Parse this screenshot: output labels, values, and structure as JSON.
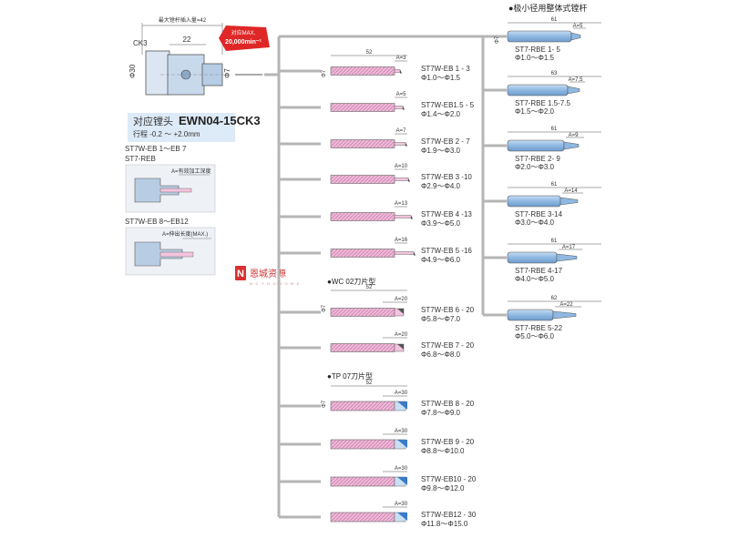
{
  "holder": {
    "max_insert": "最大镗杆插入量=42",
    "dim_22": "22",
    "ck3": "CK3",
    "phi30": "Φ30",
    "phi7": "Φ7",
    "badge_line1": "对应MAX.",
    "badge_line2": "20,000min⁻¹"
  },
  "head_box": {
    "title_cn": "对应镗头",
    "model": "EWN04-15CK3",
    "stroke": "行程 -0.2 ～ +2.0mm"
  },
  "schem1": {
    "caption1": "ST7W-EB 1～EB 7",
    "caption2": "ST7-REB",
    "note": "A=有效加工深度"
  },
  "schem2": {
    "caption": "ST7W-EB 8～EB12",
    "note": "A=伸出长度(MAX.)"
  },
  "watermark": {
    "main": "恩城资源",
    "sub": "N · C · Y · O · U · H · O · N · E"
  },
  "section_wc": "●WC 02刀片型",
  "section_tp": "●TP 07刀片型",
  "section_small": "●极小径用整体式镗杆",
  "dims": {
    "d52": "52",
    "d61": "61",
    "d62": "62",
    "d63": "63",
    "phi": "Φ7"
  },
  "bars_eb": [
    {
      "a": "A=3",
      "name": "ST7W-EB 1 - 3",
      "range": "Φ1.0～Φ1.5"
    },
    {
      "a": "A=5",
      "name": "ST7W-EB1.5 - 5",
      "range": "Φ1.4～Φ2.0"
    },
    {
      "a": "A=7",
      "name": "ST7W-EB 2 - 7",
      "range": "Φ1.9～Φ3.0"
    },
    {
      "a": "A=10",
      "name": "ST7W-EB 3 -10",
      "range": "Φ2.9～Φ4.0"
    },
    {
      "a": "A=13",
      "name": "ST7W-EB 4 -13",
      "range": "Φ3.9～Φ5.0"
    },
    {
      "a": "A=16",
      "name": "ST7W-EB 5 -16",
      "range": "Φ4.9～Φ6.0"
    }
  ],
  "bars_wc": [
    {
      "a": "A=20",
      "name": "ST7W-EB 6 - 20",
      "range": "Φ5.8～Φ7.0"
    },
    {
      "a": "A=20",
      "name": "ST7W-EB 7 - 20",
      "range": "Φ6.8～Φ8.0"
    }
  ],
  "bars_tp": [
    {
      "a": "A=30",
      "name": "ST7W-EB  8 - 20",
      "range": "Φ7.8～Φ9.0"
    },
    {
      "a": "A=30",
      "name": "ST7W-EB  9 - 20",
      "range": "Φ8.8～Φ10.0"
    },
    {
      "a": "A=30",
      "name": "ST7W-EB10 - 20",
      "range": "Φ9.8～Φ12.0"
    },
    {
      "a": "A=30",
      "name": "ST7W-EB12 - 30",
      "range": "Φ11.8～Φ15.0"
    }
  ],
  "bars_reb": [
    {
      "len": "61",
      "a": "A=5",
      "name": "ST7-RBE 1- 5",
      "range": "Φ1.0～Φ1.5"
    },
    {
      "len": "63",
      "a": "A=7.5",
      "name": "ST7-RBE 1.5-7.5",
      "range": "Φ1.5～Φ2.0"
    },
    {
      "len": "61",
      "a": "A=9",
      "name": "ST7-RBE 2- 9",
      "range": "Φ2.0～Φ3.0"
    },
    {
      "len": "61",
      "a": "A=14",
      "name": "ST7-RBE 3-14",
      "range": "Φ3.0～Φ4.0"
    },
    {
      "len": "61",
      "a": "A=17",
      "name": "ST7-RBE 4-17",
      "range": "Φ4.0～Φ5.0"
    },
    {
      "len": "62",
      "a": "A=22",
      "name": "ST7-RBE 5-22",
      "range": "Φ5.0～Φ6.0"
    }
  ]
}
